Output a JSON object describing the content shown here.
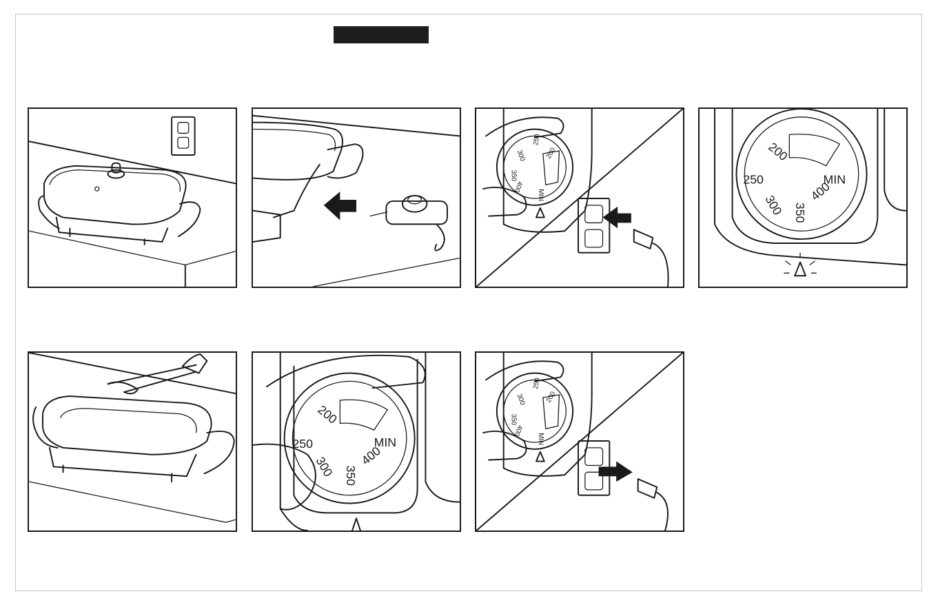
{
  "colors": {
    "ink": "#1a1a1a",
    "frame": "#c4c4c4",
    "header_bar": "#1d1d1d",
    "paper": "#ffffff"
  },
  "dial": {
    "labels": [
      "200",
      "250",
      "300",
      "350",
      "400",
      "MIN"
    ]
  },
  "steps": [
    {
      "name": "step-1",
      "icon": "skillet-on-counter-icon"
    },
    {
      "name": "step-2",
      "icon": "insert-control-probe-icon"
    },
    {
      "name": "step-3",
      "icon": "plug-into-outlet-icon"
    },
    {
      "name": "step-4",
      "icon": "indicator-light-icon"
    },
    {
      "name": "step-5",
      "icon": "cooking-with-tongs-icon"
    },
    {
      "name": "step-6",
      "icon": "turn-dial-to-min-icon"
    },
    {
      "name": "step-7",
      "icon": "unplug-from-outlet-icon"
    }
  ]
}
